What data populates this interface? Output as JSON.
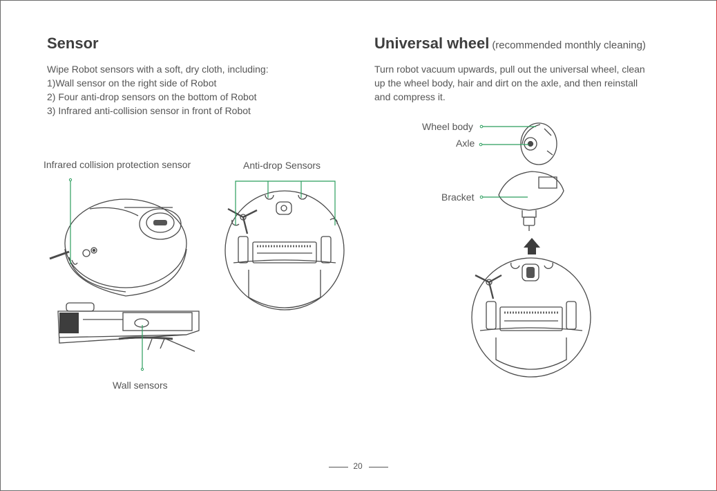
{
  "left": {
    "title": "Sensor",
    "intro": "Wipe Robot sensors with a soft, dry cloth, including:",
    "items": [
      "1)Wall sensor on the right side of Robot",
      "2) Four anti-drop sensors on the bottom of Robot",
      "3) Infrared anti-collision sensor in front of Robot"
    ],
    "labels": {
      "infrared": "Infrared collision protection sensor",
      "antidrop": "Anti-drop Sensors",
      "wall": "Wall sensors"
    }
  },
  "right": {
    "title": "Universal wheel",
    "subtitle": "(recommended monthly cleaning)",
    "body": [
      "Turn robot vacuum upwards, pull out the universal wheel, clean",
      "up the wheel body, hair and dirt on the axle, and then reinstall",
      "and compress it."
    ],
    "labels": {
      "wheel_body": "Wheel body",
      "axle": "Axle",
      "bracket": "Bracket"
    }
  },
  "footer": {
    "page_number": "20"
  },
  "colors": {
    "callout": "#2a9d5c",
    "accent_border": "#d8343a",
    "line_art": "#4a4a4a"
  }
}
